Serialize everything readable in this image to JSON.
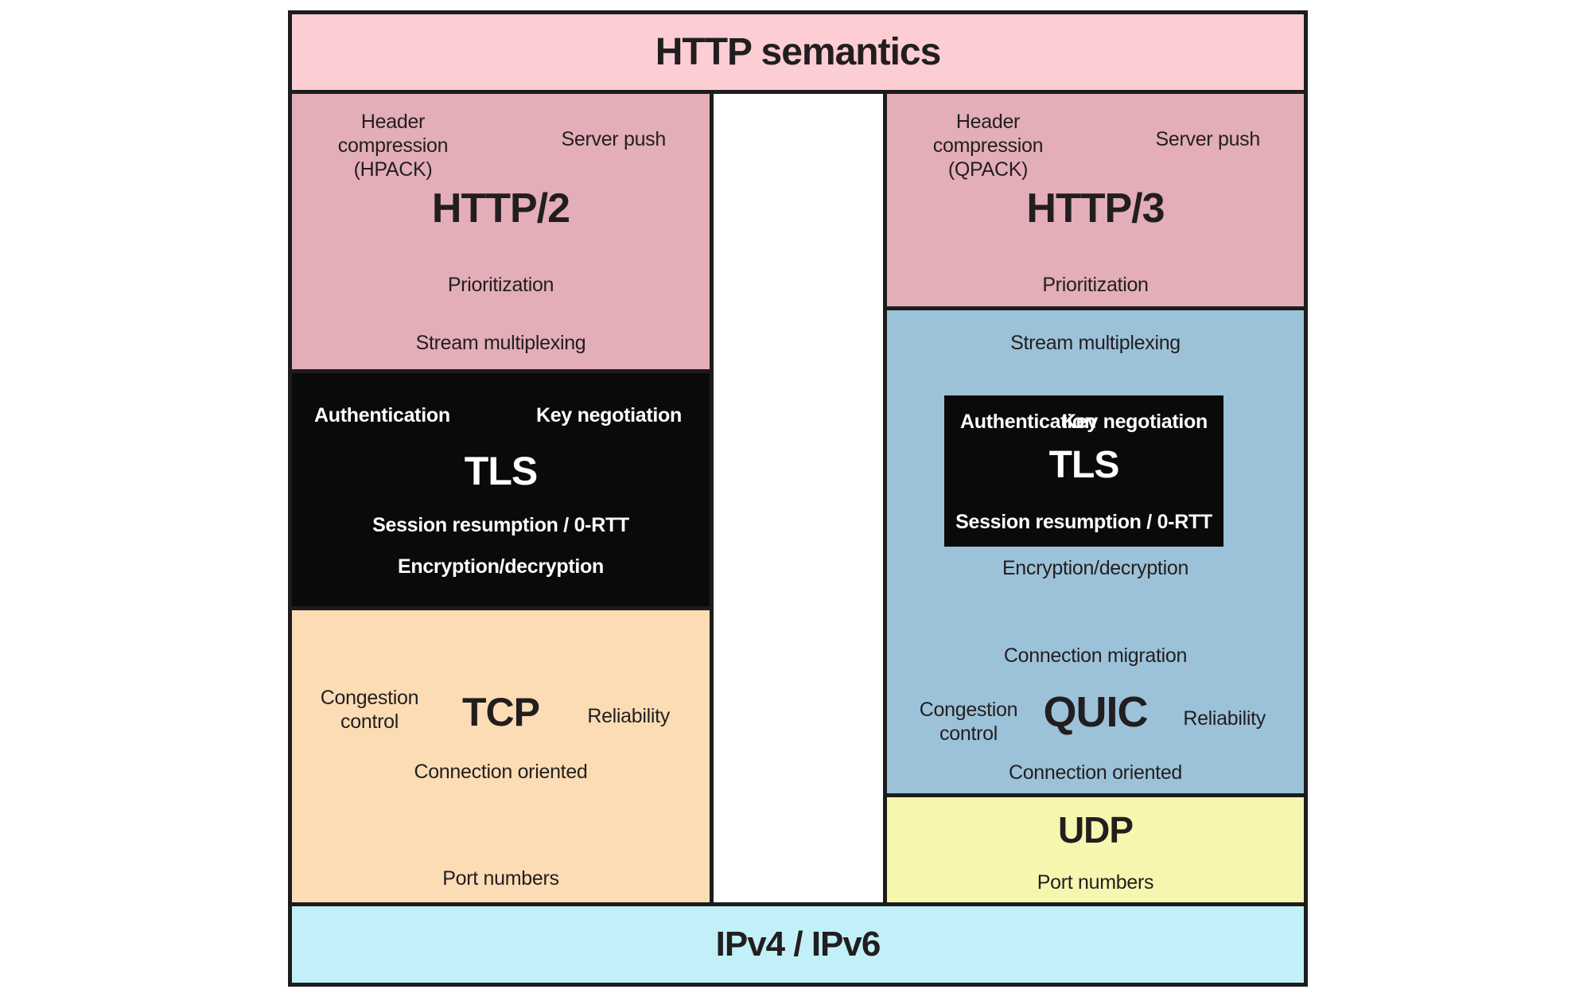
{
  "title": "HTTP semantics",
  "footer": "IPv4 / IPv6",
  "http2": {
    "name": "HTTP/2",
    "header_compression": "Header compression",
    "header_compression_sub": "(HPACK)",
    "server_push": "Server push",
    "prioritization": "Prioritization",
    "stream_multiplexing": "Stream multiplexing"
  },
  "tls_left": {
    "name": "TLS",
    "authentication": "Authentication",
    "key_negotiation": "Key negotiation",
    "session_resumption": "Session resumption / 0-RTT",
    "encryption": "Encryption/decryption"
  },
  "tcp": {
    "name": "TCP",
    "congestion_line1": "Congestion",
    "congestion_line2": "control",
    "reliability": "Reliability",
    "connection_oriented": "Connection oriented",
    "port_numbers": "Port numbers"
  },
  "http3": {
    "name": "HTTP/3",
    "header_compression": "Header compression",
    "header_compression_sub": "(QPACK)",
    "server_push": "Server push",
    "prioritization": "Prioritization"
  },
  "quic": {
    "name": "QUIC",
    "stream_multiplexing": "Stream multiplexing",
    "encryption": "Encryption/decryption",
    "connection_migration": "Connection migration",
    "congestion_line1": "Congestion",
    "congestion_line2": "control",
    "reliability": "Reliability",
    "connection_oriented": "Connection oriented"
  },
  "tls_right": {
    "name": "TLS",
    "authentication": "Authentication",
    "key_negotiation": "Key negotiation",
    "session_resumption": "Session resumption / 0-RTT"
  },
  "udp": {
    "name": "UDP",
    "port_numbers": "Port numbers"
  },
  "colors": {
    "banner_pink": "#fccdd3",
    "protocol_pink": "#e3aeb8",
    "tls_black": "#0a0a0a",
    "tcp_peach": "#fcdcb4",
    "quic_blue": "#9cc2d9",
    "udp_yellow": "#f6f6af",
    "ip_cyan": "#c2f0f8",
    "border": "#1c1c1c"
  }
}
